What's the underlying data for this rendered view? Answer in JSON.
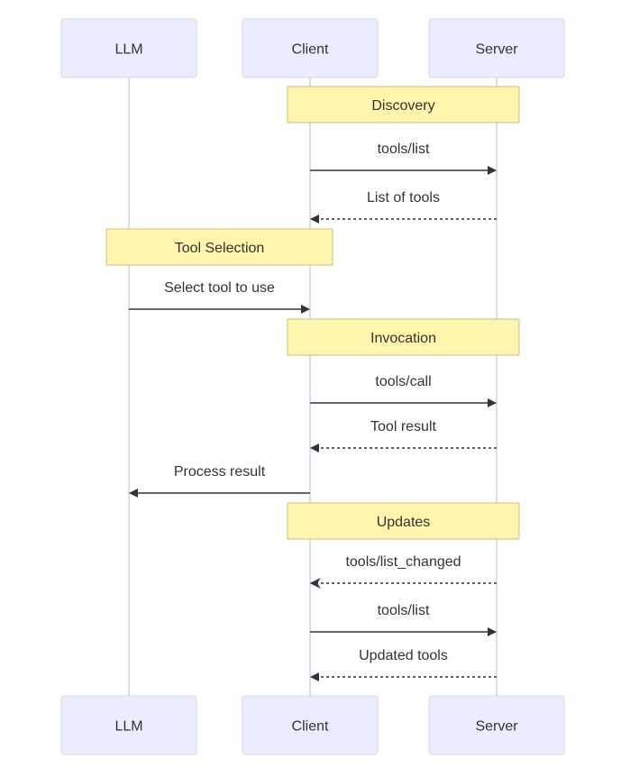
{
  "actors": [
    {
      "id": "llm",
      "label": "LLM"
    },
    {
      "id": "client",
      "label": "Client"
    },
    {
      "id": "server",
      "label": "Server"
    }
  ],
  "sequence": [
    {
      "kind": "note",
      "label": "Discovery",
      "over": [
        "client",
        "server"
      ]
    },
    {
      "kind": "message",
      "from": "client",
      "to": "server",
      "label": "tools/list",
      "style": "solid",
      "head": "filled"
    },
    {
      "kind": "message",
      "from": "server",
      "to": "client",
      "label": "List of tools",
      "style": "dashed",
      "head": "filled"
    },
    {
      "kind": "note",
      "label": "Tool Selection",
      "over": [
        "llm",
        "client"
      ]
    },
    {
      "kind": "message",
      "from": "llm",
      "to": "client",
      "label": "Select tool to use",
      "style": "solid",
      "head": "filled"
    },
    {
      "kind": "note",
      "label": "Invocation",
      "over": [
        "client",
        "server"
      ]
    },
    {
      "kind": "message",
      "from": "client",
      "to": "server",
      "label": "tools/call",
      "style": "solid",
      "head": "filled"
    },
    {
      "kind": "message",
      "from": "server",
      "to": "client",
      "label": "Tool result",
      "style": "dashed",
      "head": "filled"
    },
    {
      "kind": "message",
      "from": "client",
      "to": "llm",
      "label": "Process result",
      "style": "solid",
      "head": "filled"
    },
    {
      "kind": "note",
      "label": "Updates",
      "over": [
        "client",
        "server"
      ]
    },
    {
      "kind": "message",
      "from": "server",
      "to": "client",
      "label": "tools/list_changed",
      "style": "dashed",
      "head": "open"
    },
    {
      "kind": "message",
      "from": "client",
      "to": "server",
      "label": "tools/list",
      "style": "solid",
      "head": "filled"
    },
    {
      "kind": "message",
      "from": "server",
      "to": "client",
      "label": "Updated tools",
      "style": "dashed",
      "head": "filled"
    }
  ]
}
